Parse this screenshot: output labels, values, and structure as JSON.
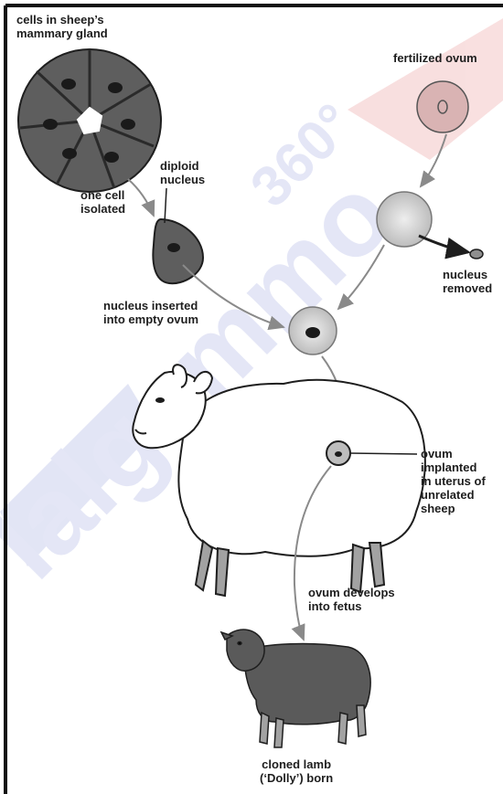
{
  "diagram": {
    "labels": {
      "mammary_cells": [
        "cells in sheep’s",
        "mammary gland"
      ],
      "fertilized_ovum": [
        "fertilized ovum"
      ],
      "diploid_nucleus": [
        "diploid",
        "nucleus"
      ],
      "one_cell_isolated": [
        "one cell",
        "isolated"
      ],
      "nucleus_removed": [
        "nucleus",
        "removed"
      ],
      "nucleus_inserted": [
        "nucleus inserted",
        "into empty ovum"
      ],
      "ovum_implanted": [
        "ovum",
        "implanted",
        "in uterus of",
        "unrelated",
        "sheep"
      ],
      "ovum_develops": [
        "ovum develops",
        "into fetus"
      ],
      "cloned_lamb": [
        "cloned lamb",
        "(‘Dolly’) born"
      ]
    },
    "watermark": {
      "text": "lalgemmo",
      "number": "360°",
      "colors": [
        "#f4c6c6",
        "#ccd0ee"
      ]
    },
    "colors": {
      "outline": "#1e1e1e",
      "cell_fill": "#5a5a5a",
      "ovum_fill": "#d6d6d6",
      "pink_ovum": "#d9b3b3",
      "arrow": "#8a8a8a"
    }
  }
}
